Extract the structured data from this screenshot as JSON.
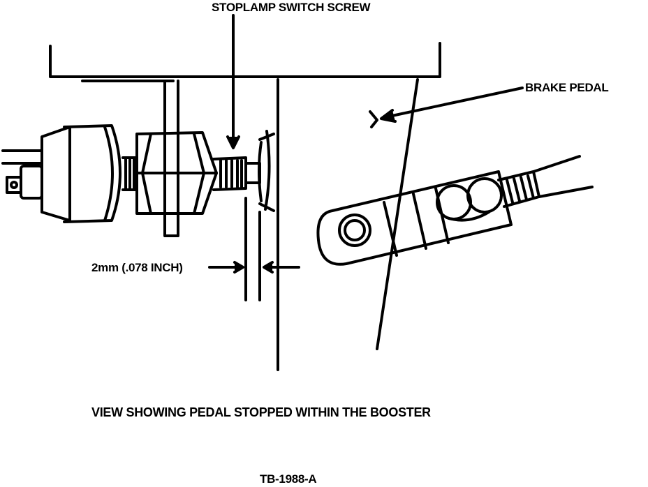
{
  "labels": {
    "stoplamp_switch_screw": "STOPLAMP SWITCH SCREW",
    "brake_pedal": "BRAKE PEDAL",
    "gap": "2mm (.078 INCH)"
  },
  "caption": "VIEW SHOWING PEDAL STOPPED WITHIN THE BOOSTER",
  "figure_id": "TB-1988-A",
  "colors": {
    "ink": "#000000",
    "paper": "#ffffff"
  }
}
